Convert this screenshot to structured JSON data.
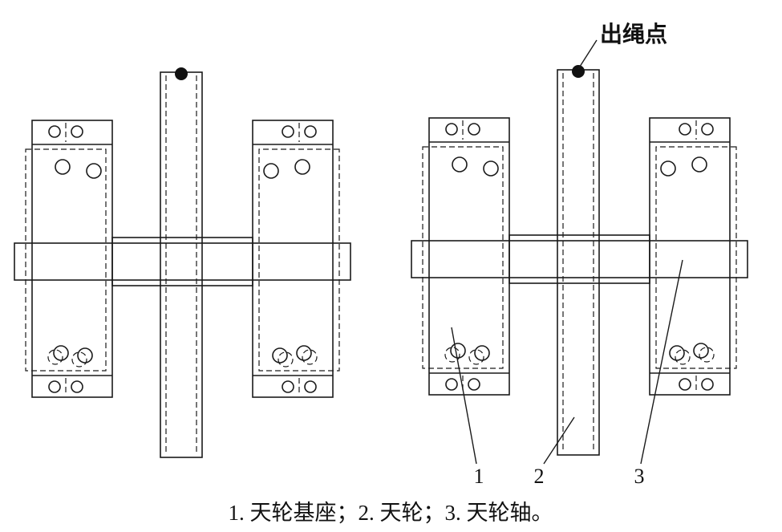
{
  "figure": {
    "rope_exit_label": "出绳点",
    "part_numbers": [
      "1",
      "2",
      "3"
    ],
    "caption": "1. 天轮基座；2. 天轮；3. 天轮轴。"
  },
  "colors": {
    "line": "#1a1a1a",
    "marker": "#111111",
    "background": "#ffffff"
  }
}
